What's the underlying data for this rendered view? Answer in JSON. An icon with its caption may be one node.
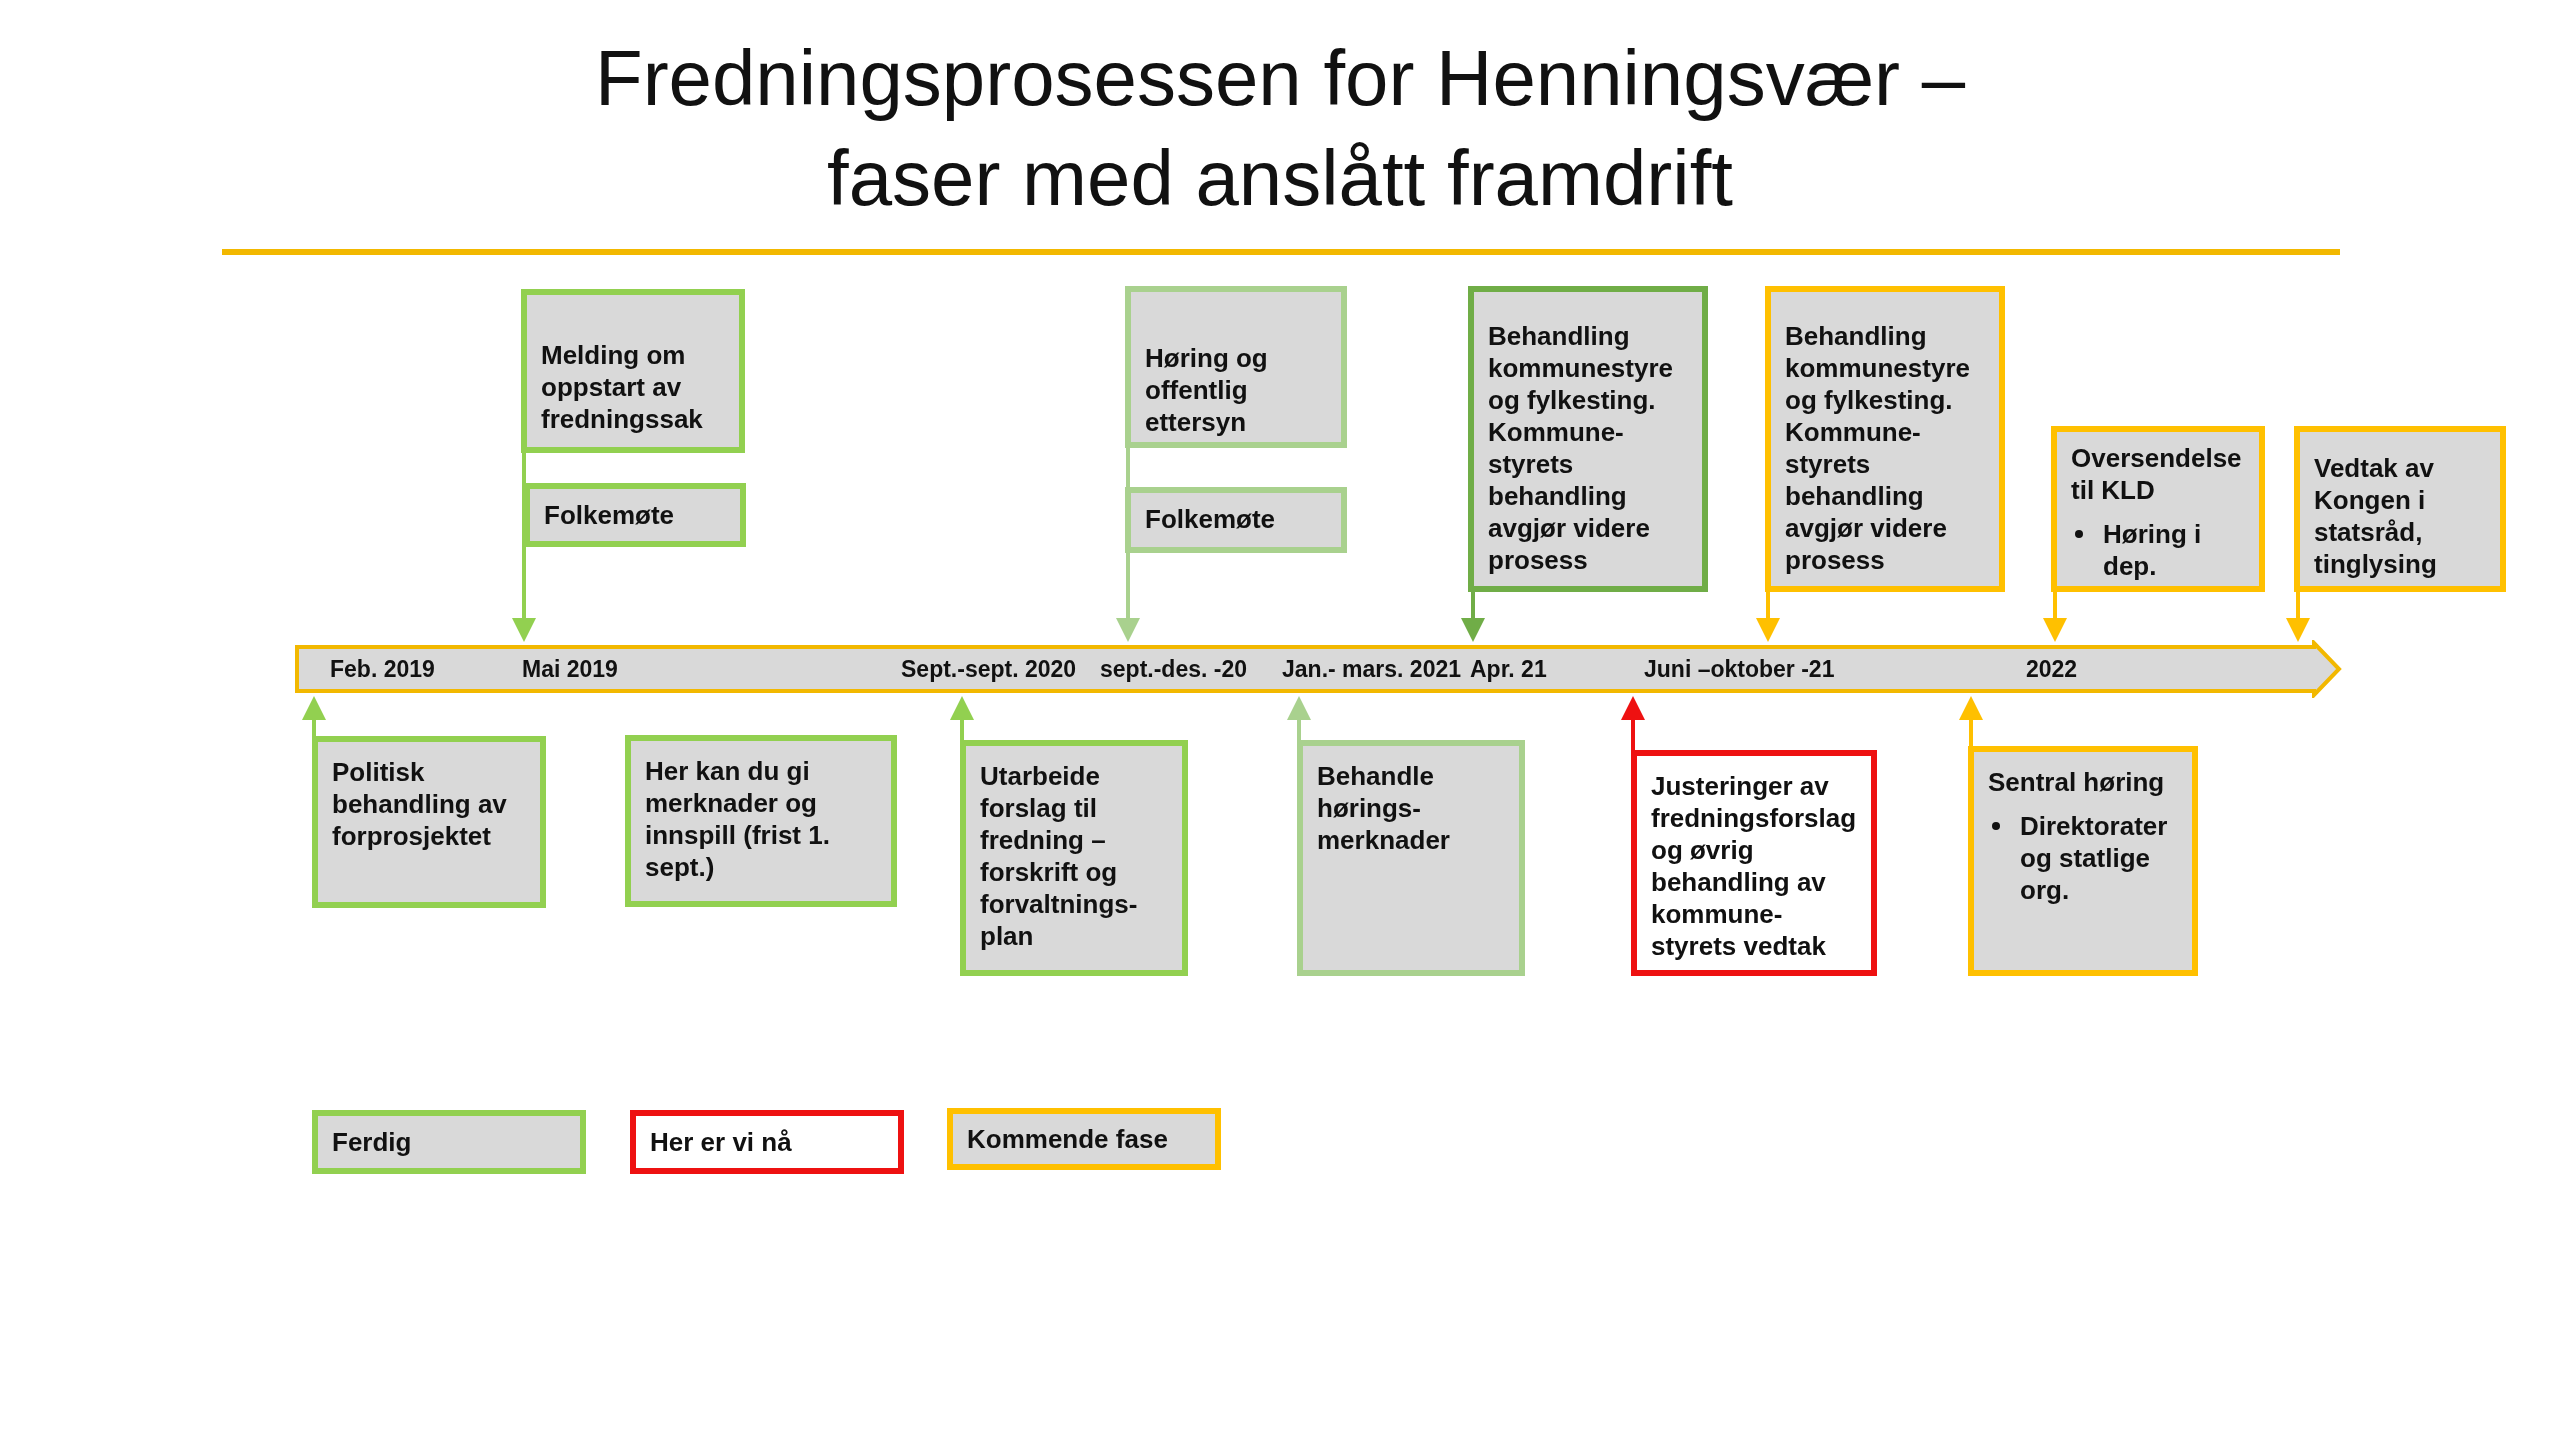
{
  "diagram": {
    "title": "Fredningsprosessen for Henningsvær – faser med anslått framdrift",
    "nodes": [
      {
        "text": [
          "Feb. 2019",
          "Mai 2019",
          "Sept.-sept. 2020",
          "sept.-des. -20",
          "Jan.- mars. 2021",
          "Apr. 21",
          "Juni –oktober -21",
          "2022"
        ]
      },
      {
        "text": [
          "Melding om oppstart av fredningssak"
        ]
      },
      {
        "text": [
          "Folkemøte"
        ]
      },
      {
        "text": [
          "Høring og offentlig ettersyn"
        ]
      },
      {
        "text": [
          "Folkemøte"
        ]
      },
      {
        "text": [
          "Behandling kommunestyre og fylkesting. Kommune-styrets behandling avgjør videre prosess"
        ]
      },
      {
        "text": [
          "Behandling kommunestyre og fylkesting. Kommune-styrets behandling avgjør videre prosess"
        ]
      },
      {
        "text": [
          "Oversendelse til KLD",
          "Høring i dep."
        ]
      },
      {
        "text": [
          "Vedtak av Kongen i statsråd, tinglysing"
        ]
      },
      {
        "text": [
          "Politisk behandling av forprosjektet"
        ]
      },
      {
        "text": [
          "Her kan du gi merknader og innspill (frist 1. sept.)"
        ]
      },
      {
        "text": [
          "Utarbeide forslag til fredning – forskrift og forvaltnings-plan"
        ]
      },
      {
        "text": [
          "Behandle hørings-merknader"
        ]
      },
      {
        "text": [
          "Justeringer av fredningsforslag og øvrig behandling av kommune-styrets vedtak"
        ]
      },
      {
        "text": [
          "Sentral høring",
          "Direktorater og statlige org."
        ]
      }
    ],
    "edges": [
      {
        "from": 1,
        "to": 0,
        "arrow": "to",
        "color": "#92d050"
      },
      {
        "from": 3,
        "to": 0,
        "arrow": "to",
        "color": "#a9d18e"
      },
      {
        "from": 5,
        "to": 0,
        "arrow": "to",
        "color": "#70ad47"
      },
      {
        "from": 6,
        "to": 0,
        "arrow": "to"
      },
      {
        "from": 7,
        "to": 0,
        "arrow": "to"
      },
      {
        "from": 8,
        "to": 0,
        "arrow": "to"
      },
      {
        "from": 9,
        "to": 0,
        "arrow": "to",
        "color": "#92d050"
      },
      {
        "from": 11,
        "to": 0,
        "arrow": "to",
        "color": "#92d050"
      },
      {
        "from": 12,
        "to": 0,
        "arrow": "to",
        "color": "#a9d18e"
      },
      {
        "from": 13,
        "to": 0,
        "arrow": "to",
        "color": "#ee1111"
      },
      {
        "from": 14,
        "to": 0,
        "arrow": "to"
      }
    ],
    "legend": [
      {
        "text": "Ferdig",
        "color": "#92d050"
      },
      {
        "text": "Her er vi nå",
        "color": "#ee1111"
      },
      {
        "text": "Kommende fase",
        "color": "#ffc000"
      }
    ]
  }
}
